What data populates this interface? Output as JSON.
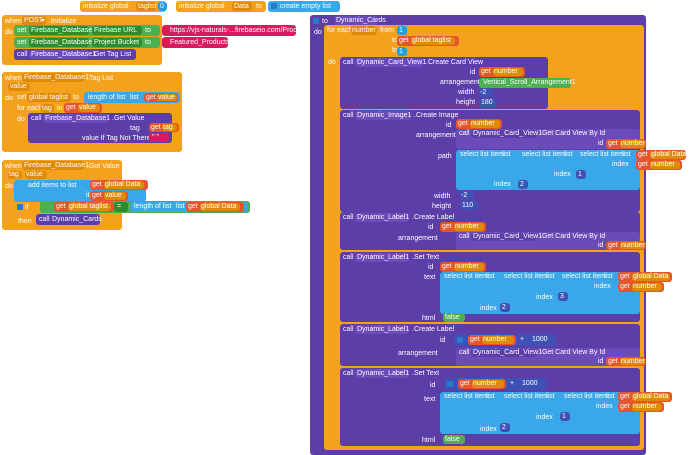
{
  "globals": {
    "initialize_global": "initialize global",
    "taglist": "taglist",
    "to": "to",
    "zero": "0",
    "data": "Data",
    "create_empty_list": "create empty list"
  },
  "post_block": {
    "when": "when",
    "post": "POST",
    "initialize": ".Initialize",
    "do": "do",
    "set": "set",
    "component": "Firebase_Database1",
    "firebase_url": "Firebase URL",
    "url_value": "https://vjs-naturals-...firebaseio.com/Products",
    "project_bucket": "Project Bucket",
    "bucket_value": "Featured_Products",
    "call": "call",
    "get_tag_list": ".Get Tag List"
  },
  "taglist_block": {
    "when": "when",
    "component": "Firebase_Database1",
    "event": ".Tag List",
    "param": "value",
    "do": "do",
    "set": "set",
    "global_taglist": "global taglist",
    "to": "to",
    "length_of_list": "length of list",
    "list": "list",
    "get": "get",
    "value": "value",
    "for_each": "for each",
    "tag": "tag",
    "in_list": "in list",
    "get_value": ".Get Value",
    "tag_label": "tag",
    "value_if_tag_not_there": "value If Tag Not There",
    "quote": "\" \""
  },
  "gotvalue_block": {
    "when": "when",
    "component": "Firebase_Database1",
    "event": ".Got Value",
    "tag": "tag",
    "value": "value",
    "do": "do",
    "add_items": "add items to list",
    "list": "list",
    "get": "get",
    "global_data": "global Data",
    "item": "item",
    "if": "if",
    "global_taglist": "global taglist",
    "eq": "=",
    "length_of_list": "length of list",
    "then": "then",
    "call": "call",
    "dynamic_cards": "Dynamic_Cards"
  },
  "proc": {
    "to": "to",
    "name": "Dynamic_Cards",
    "do": "do",
    "for_each": "for each",
    "number": "number",
    "from": "from",
    "one": "1",
    "to_l": "to",
    "by": "by",
    "get": "get",
    "global_taglist": "global taglist",
    "call": "call",
    "card_view": "Dynamic_Card_View1",
    "create_card_view": ".Create Card View",
    "id": "id",
    "arrangement": "arrangement",
    "vsa": "Vertical_Scroll_Arrangement1",
    "width": "width",
    "neg2": "-2",
    "height": "height",
    "h180": "180",
    "image": "Dynamic_Image1",
    "create_image": ".Create Image",
    "get_card_view_by_id": ".Get Card View By Id",
    "path": "path",
    "select_list_item": "select list item",
    "list": "list",
    "global_data": "global Data",
    "index": "index",
    "two": "2",
    "h110": "110",
    "label": "Dynamic_Label1",
    "create_label": ".Create Label",
    "set_text": ".Set Text",
    "text": "text",
    "three": "3",
    "html": "html",
    "false": "false",
    "plus": "+",
    "k1000": "1000"
  }
}
